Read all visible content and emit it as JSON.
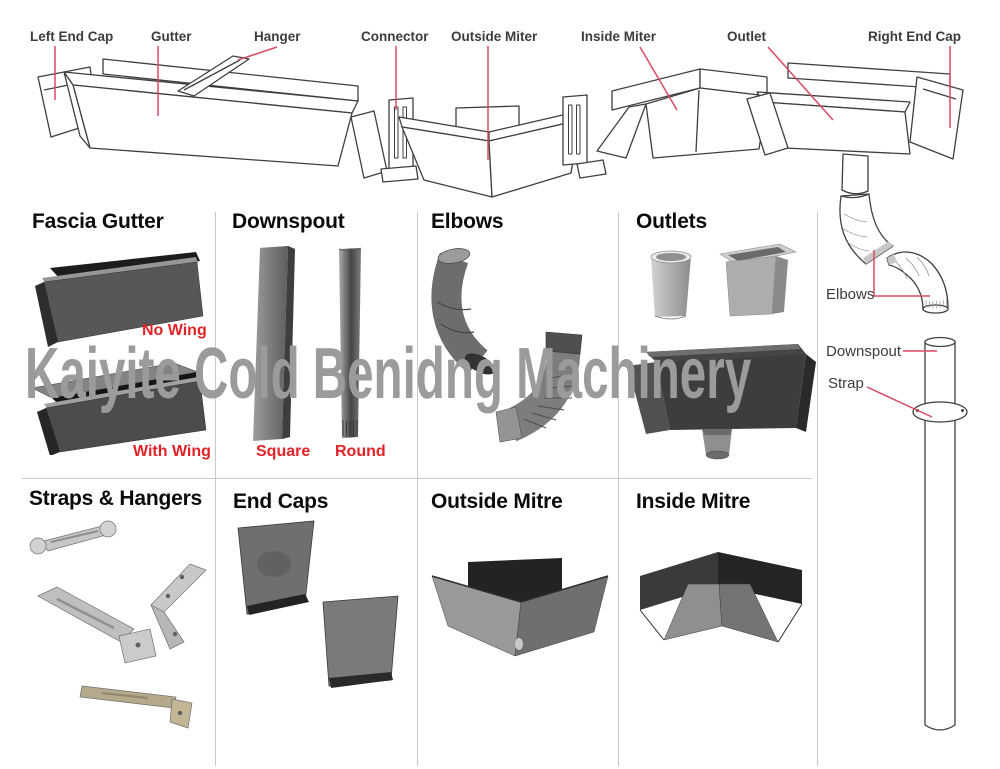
{
  "watermark": {
    "text": "Kaiyite Cold Benidng Machinery",
    "color": "#9b9b9b"
  },
  "top_diagram": {
    "labels": [
      {
        "name": "left-end-cap",
        "text": "Left End Cap"
      },
      {
        "name": "gutter",
        "text": "Gutter"
      },
      {
        "name": "hanger",
        "text": "Hanger"
      },
      {
        "name": "connector",
        "text": "Connector"
      },
      {
        "name": "outside-miter",
        "text": "Outside Miter"
      },
      {
        "name": "inside-miter",
        "text": "Inside Miter"
      },
      {
        "name": "outlet",
        "text": "Outlet"
      },
      {
        "name": "right-end-cap",
        "text": "Right End Cap"
      }
    ]
  },
  "side_diagram": {
    "labels": [
      {
        "name": "elbows",
        "text": "Elbows"
      },
      {
        "name": "downspout",
        "text": "Downspout"
      },
      {
        "name": "strap",
        "text": "Strap"
      }
    ]
  },
  "catalog": {
    "sections": [
      {
        "title": "Fascia Gutter",
        "items": [
          "No Wing",
          "With Wing"
        ]
      },
      {
        "title": "Downspout",
        "items": [
          "Square",
          "Round"
        ]
      },
      {
        "title": "Elbows",
        "items": []
      },
      {
        "title": "Outlets",
        "items": []
      },
      {
        "title": "Straps & Hangers",
        "items": []
      },
      {
        "title": "End Caps",
        "items": []
      },
      {
        "title": "Outside Mitre",
        "items": []
      },
      {
        "title": "Inside Mitre",
        "items": []
      }
    ]
  },
  "colors": {
    "item_label_red": "#e32227",
    "leader_line_red": "#d94a63",
    "heading_black": "#0b0b0b",
    "diagram_label_gray": "#3c3c3c",
    "watermark_gray": "#9b9b9b",
    "divider_gray": "#c9c9c9",
    "line_art": "#3f3f3f",
    "background": "#ffffff"
  }
}
